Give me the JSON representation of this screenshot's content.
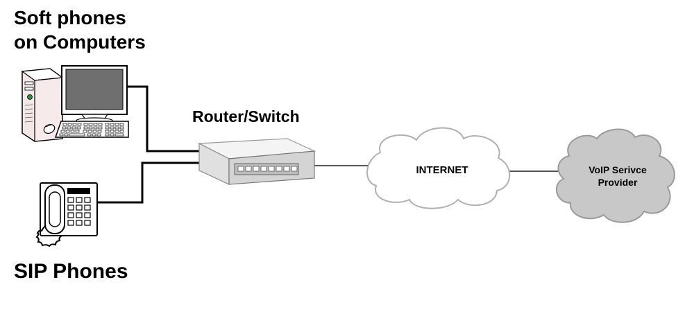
{
  "labels": {
    "softphones_line1": "Soft phones",
    "softphones_line2": "on Computers",
    "sip_phones": "SIP Phones",
    "router_switch": "Router/Switch",
    "internet": "INTERNET",
    "voip_line1": "VoIP Serivce",
    "voip_line2": "Provider"
  },
  "colors": {
    "internet_cloud_fill": "#ffffff",
    "voip_cloud_fill": "#c8c8c8",
    "router_fill": "#e6e6e6",
    "line": "#000000"
  },
  "icons": {
    "computer": "desktop-computer-icon",
    "phone": "desk-phone-icon",
    "router": "network-switch-icon",
    "internet": "cloud-icon",
    "provider": "cloud-icon"
  }
}
